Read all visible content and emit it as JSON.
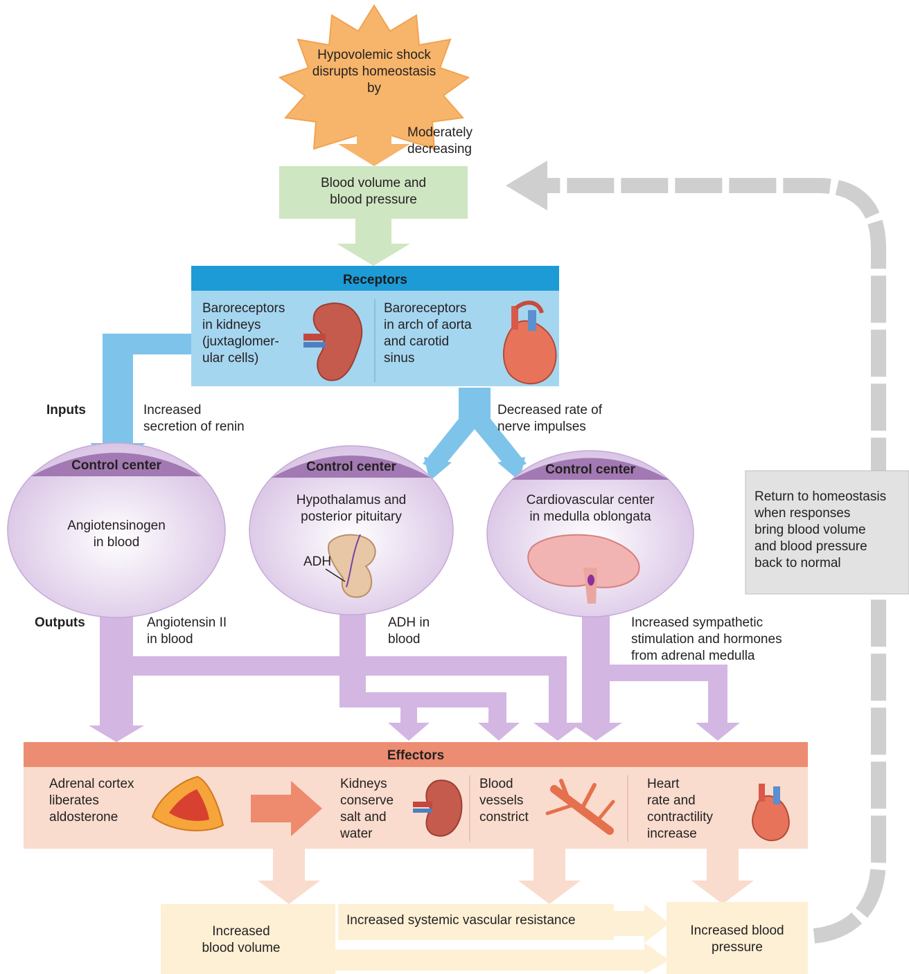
{
  "stimulus": {
    "text": "Hypovolemic shock\ndisrupts homeostasis by"
  },
  "change": {
    "text": "Moderately\ndecreasing"
  },
  "controlled_condition": {
    "text": "Blood volume and\nblood pressure"
  },
  "receptors": {
    "title": "Receptors",
    "kidney_text": "Baroreceptors\nin kidneys\n(juxtaglomer-\nular cells)",
    "aorta_text": "Baroreceptors\nin arch of aorta\nand carotid\nsinus"
  },
  "side_labels": {
    "inputs": "Inputs",
    "outputs": "Outputs"
  },
  "input_labels": {
    "renin": "Increased\nsecretion of renin",
    "nerve": "Decreased rate of\nnerve impulses"
  },
  "control_centers": [
    {
      "title": "Control center",
      "text": "Angiotensinogen\nin blood"
    },
    {
      "title": "Control center",
      "text": "Hypothalamus and\nposterior pituitary",
      "sublabel": "ADH"
    },
    {
      "title": "Control center",
      "text": "Cardiovascular center\nin medulla oblongata"
    }
  ],
  "output_labels": {
    "angiotensin": "Angiotensin II\nin blood",
    "adh": "ADH in\nblood",
    "sympathetic": "Increased sympathetic\nstimulation and hormones\nfrom adrenal medulla"
  },
  "effectors": {
    "title": "Effectors",
    "items": [
      "Adrenal cortex\nliberates\naldosterone",
      "Kidneys\nconserve\nsalt and\nwater",
      "Blood\nvessels\nconstrict",
      "Heart\nrate and\ncontractility\nincrease"
    ]
  },
  "responses": {
    "volume": "Increased\nblood volume",
    "resistance": "Increased systemic vascular resistance",
    "pressure": "Increased blood\npressure"
  },
  "return_note": "Return to homeostasis\nwhen responses\nbring blood volume\nand blood pressure\nback to normal",
  "colors": {
    "stimulus": "#f6b56b",
    "condition": "#cfe6c2",
    "receptor_header": "#1c9bd7",
    "receptor_body": "#a5d6f0",
    "input_arrow": "#7ec3ea",
    "control_body": "#e3d2ec",
    "control_header": "#a279b2",
    "output_arrow": "#d3b6e2",
    "effector_header": "#ec8c72",
    "effector_body": "#f9dccd",
    "response_box": "#fdf0d5",
    "return_arrow": "#cfcfcf"
  }
}
